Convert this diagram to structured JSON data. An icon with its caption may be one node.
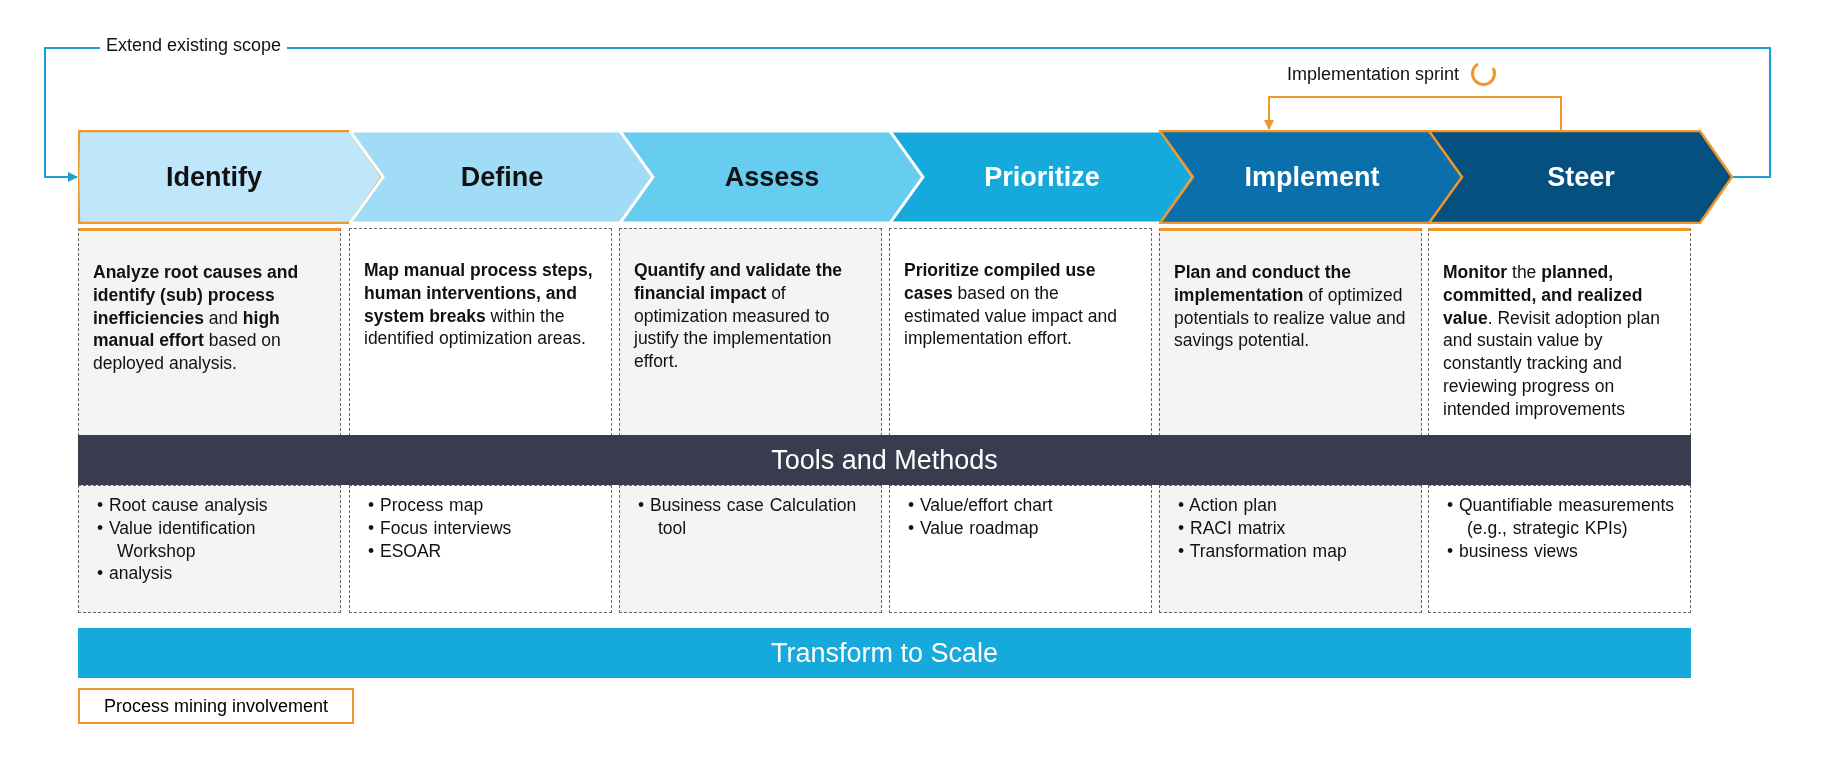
{
  "diagram": {
    "nodes": [
      {
        "text": [
          "Identify"
        ]
      },
      {
        "text": [
          "Define"
        ]
      },
      {
        "text": [
          "Assess"
        ]
      },
      {
        "text": [
          "Prioritize"
        ]
      },
      {
        "text": [
          "Implement"
        ]
      },
      {
        "text": [
          "Steer"
        ]
      },
      {
        "text": [
          "**Analyze root causes and identify (sub) process inefficiencies** and **high manual effort** based on deployed analysis."
        ]
      },
      {
        "text": [
          "**Map manual process steps, human interventions, and system breaks** within the identified optimization areas."
        ]
      },
      {
        "text": [
          "**Quantify and validate the financial impact** of optimization measured to justify the implementation effort."
        ]
      },
      {
        "text": [
          "**Prioritize compiled use cases** based on the estimated value impact and implementation effort."
        ]
      },
      {
        "text": [
          "**Plan and conduct the implementation** of optimized potentials to realize value and savings potential."
        ]
      },
      {
        "text": [
          "**Monitor** the **planned, committed, and realized value**. Revisit adoption plan and sustain value by constantly tracking and reviewing progress on intended improvements"
        ]
      },
      {
        "text": [
          "Tools and Methods"
        ]
      },
      {
        "text": [
          "• Root cause analysis",
          "• Value identification Workshop",
          "• analysis"
        ]
      },
      {
        "text": [
          "• Process map",
          "• Focus interviews",
          "• ESOAR"
        ]
      },
      {
        "text": [
          "• Business case Calculation tool"
        ]
      },
      {
        "text": [
          "• Value/effort chart",
          "• Value roadmap"
        ]
      },
      {
        "text": [
          "• Action plan",
          "• RACI matrix",
          "• Transformation map"
        ]
      },
      {
        "text": [
          "• Quantifiable measurements (e.g., strategic KPIs)",
          "• business views"
        ]
      },
      {
        "text": [
          "Transform to Scale"
        ]
      }
    ],
    "edges": [
      {
        "from": 5,
        "to": 0,
        "arrow": "to",
        "label": "Extend existing scope",
        "color": "#1aa0d0"
      },
      {
        "from": 5,
        "to": 4,
        "arrow": "to",
        "label": "Implementation sprint",
        "color": "#f0962a"
      }
    ],
    "legend": [
      {
        "text": "Process mining involvement"
      }
    ]
  }
}
